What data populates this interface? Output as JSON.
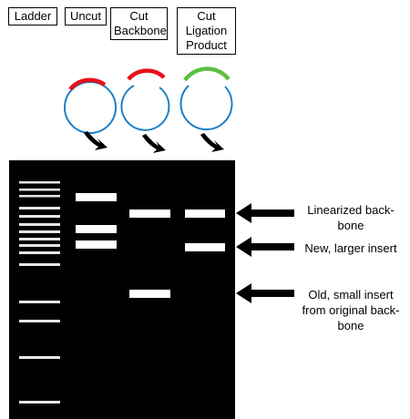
{
  "lanes": [
    {
      "id": "ladder",
      "label_lines": [
        "Ladder"
      ]
    },
    {
      "id": "uncut",
      "label_lines": [
        "Uncut"
      ]
    },
    {
      "id": "cut-backbone",
      "label_lines": [
        "Cut",
        "Backbone"
      ]
    },
    {
      "id": "cut-ligation",
      "label_lines": [
        "Cut",
        "Ligation",
        "Product"
      ]
    }
  ],
  "plasmids": [
    {
      "lane": "uncut",
      "ring_color": "#1a7fc4",
      "insert_color": "#e8101a",
      "cut": false
    },
    {
      "lane": "cut-backbone",
      "ring_color": "#1a7fc4",
      "insert_color": "#e8101a",
      "cut": true
    },
    {
      "lane": "cut-ligation",
      "ring_color": "#1a7fc4",
      "insert_color": "#5cbf44",
      "cut": true
    }
  ],
  "gel": {
    "background": "#000000",
    "band_color": "#ffffff",
    "ladder_color": "#e6e6e6"
  },
  "annotations": [
    {
      "id": "linearized-backbone",
      "lines": [
        "Linearized back-",
        "bone"
      ]
    },
    {
      "id": "new-insert",
      "lines": [
        "New, larger insert"
      ]
    },
    {
      "id": "old-insert",
      "lines": [
        "Old, small insert",
        "from original back-",
        "bone"
      ]
    }
  ]
}
